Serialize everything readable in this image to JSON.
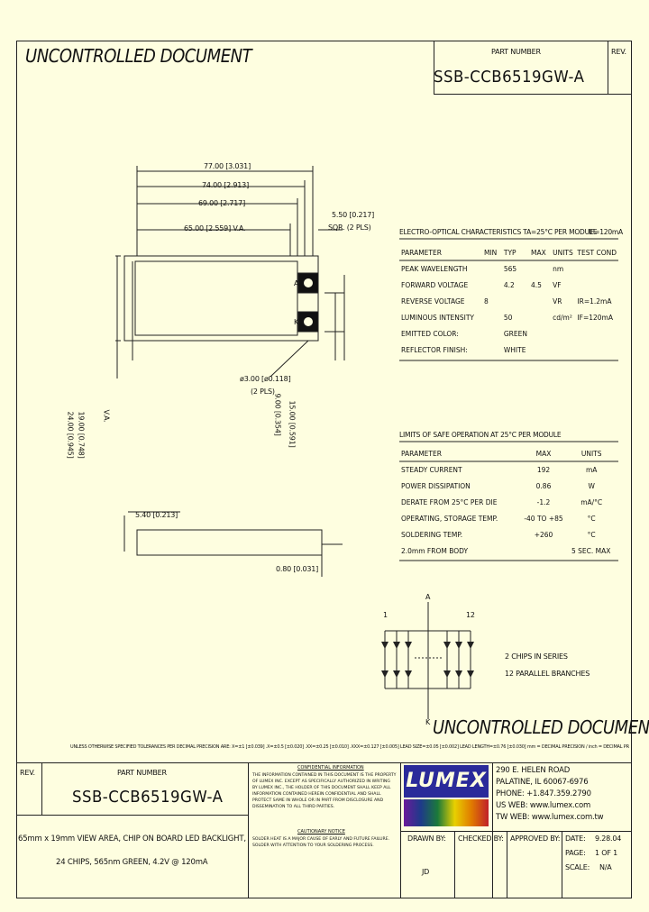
{
  "header": {
    "watermark": "UNCONTROLLED DOCUMENT",
    "part_label": "PART NUMBER",
    "part_number": "SSB-CCB6519GW-A",
    "rev_label": "REV."
  },
  "dims": {
    "d1": "77.00 [3.031]",
    "d2": "74.00 [2.913]",
    "d3": "69.00 [2.717]",
    "d4": "65.00 [2.559] V.A.",
    "d5a": "5.50 [0.217]",
    "d5b": "SQR. (2 PLS)",
    "d6a": "ø3.00 [ø0.118]",
    "d6b": "(2 PLS)",
    "v1": "24.00 [0.945]",
    "v2": "19.00 [0.748]",
    "v3": "V.A.",
    "v4": "9.00 [0.354]",
    "v5": "15.00 [0.591]",
    "pin_a": "A",
    "pin_k": "K",
    "side1": "5.40 [0.213]",
    "side2": "0.80 [0.031]"
  },
  "eo": {
    "title": "ELECTRO-OPTICAL CHARACTERISTICS TA=25°C PER MODULE",
    "cond": "IF=120mA",
    "headers": [
      "PARAMETER",
      "MIN",
      "TYP",
      "MAX",
      "UNITS",
      "TEST COND"
    ],
    "rows": [
      [
        "PEAK WAVELENGTH",
        "",
        "565",
        "",
        "nm",
        ""
      ],
      [
        "FORWARD VOLTAGE",
        "",
        "4.2",
        "4.5",
        "VF",
        ""
      ],
      [
        "REVERSE VOLTAGE",
        "8",
        "",
        "",
        "VR",
        "IR=1.2mA"
      ],
      [
        "LUMINOUS INTENSITY",
        "",
        "50",
        "",
        "cd/m²",
        "IF=120mA"
      ],
      [
        "EMITTED COLOR:",
        "",
        "GREEN",
        "",
        "",
        ""
      ],
      [
        "REFLECTOR FINISH:",
        "",
        "WHITE",
        "",
        "",
        ""
      ]
    ]
  },
  "limits": {
    "title": "LIMITS OF SAFE OPERATION AT 25°C PER MODULE",
    "headers": [
      "PARAMETER",
      "MAX",
      "UNITS"
    ],
    "rows": [
      [
        "STEADY CURRENT",
        "192",
        "mA"
      ],
      [
        "POWER DISSIPATION",
        "0.86",
        "W"
      ],
      [
        "DERATE FROM 25°C PER DIE",
        "-1.2",
        "mA/°C"
      ],
      [
        "OPERATING, STORAGE TEMP.",
        "-40 TO +85",
        "°C"
      ],
      [
        "SOLDERING TEMP.",
        "+260",
        "°C"
      ],
      [
        "2.0mm FROM BODY",
        "5 SEC. MAX",
        ""
      ]
    ]
  },
  "circuit": {
    "a": "A",
    "k": "K",
    "n1": "1",
    "n12": "12",
    "note1": "2 CHIPS IN SERIES",
    "note2": "12 PARALLEL BRANCHES"
  },
  "tolerance_note": "UNLESS OTHERWISE SPECIFIED TOLERANCES PER DECIMAL PRECISION ARE: X=±1 [±0.039] .X=±0.5 [±0.020] .XX=±0.25 [±0.010] .XXX=±0.127 [±0.005]  LEAD SIZE=±0.05 [±0.002]  LEAD LENGTH=±0.76 [±0.030]  mm = DECIMAL PRECISION / inch = DECIMAL PRECISION",
  "footer": {
    "rev_label": "REV.",
    "part_label": "PART NUMBER",
    "part_number": "SSB-CCB6519GW-A",
    "desc1": "65mm x 19mm VIEW AREA, CHIP ON BOARD LED BACKLIGHT,",
    "desc2": "24 CHIPS, 565nm GREEN, 4.2V @ 120mA",
    "conf_title": "CONFIDENTIAL INFORMATION",
    "conf1": "THE INFORMATION CONTAINED IN THIS DOCUMENT IS THE PROPERTY OF LUMEX INC. EXCEPT AS SPECIFICALLY AUTHORIZED IN WRITING BY LUMEX INC., THE HOLDER OF THIS DOCUMENT SHALL KEEP ALL INFORMATION CONTAINED HEREIN CONFIDENTIAL AND SHALL PROTECT SAME IN WHOLE OR IN PART FROM DISCLOSURE AND DISSEMINATION TO ALL THIRD PARTIES.",
    "conf_title2": "CAUTIONARY NOTICE",
    "conf2": "SOLDER HEAT IS A MAJOR CAUSE OF EARLY AND FUTURE FAILURE. SOLDER WITH ATTENTION TO YOUR SOLDERING PROCESS.",
    "logo": "LUMEX",
    "addr1": "290 E. HELEN ROAD",
    "addr2": "PALATINE, IL  60067-6976",
    "addr3": "PHONE: +1.847.359.2790",
    "addr4": "US WEB: www.lumex.com",
    "addr5": "TW WEB: www.lumex.com.tw",
    "drawn_label": "DRAWN BY:",
    "drawn_val": "JD",
    "checked_label": "CHECKED BY:",
    "approved_label": "APPROVED BY:",
    "date_label": "DATE:",
    "date_val": "9.28.04",
    "page_label": "PAGE:",
    "page_val": "1 OF 1",
    "scale_label": "SCALE:",
    "scale_val": "N/A"
  },
  "colors": {
    "background": "#fefee0",
    "logo_blue": "#2a2a9a",
    "ink": "#111111"
  }
}
